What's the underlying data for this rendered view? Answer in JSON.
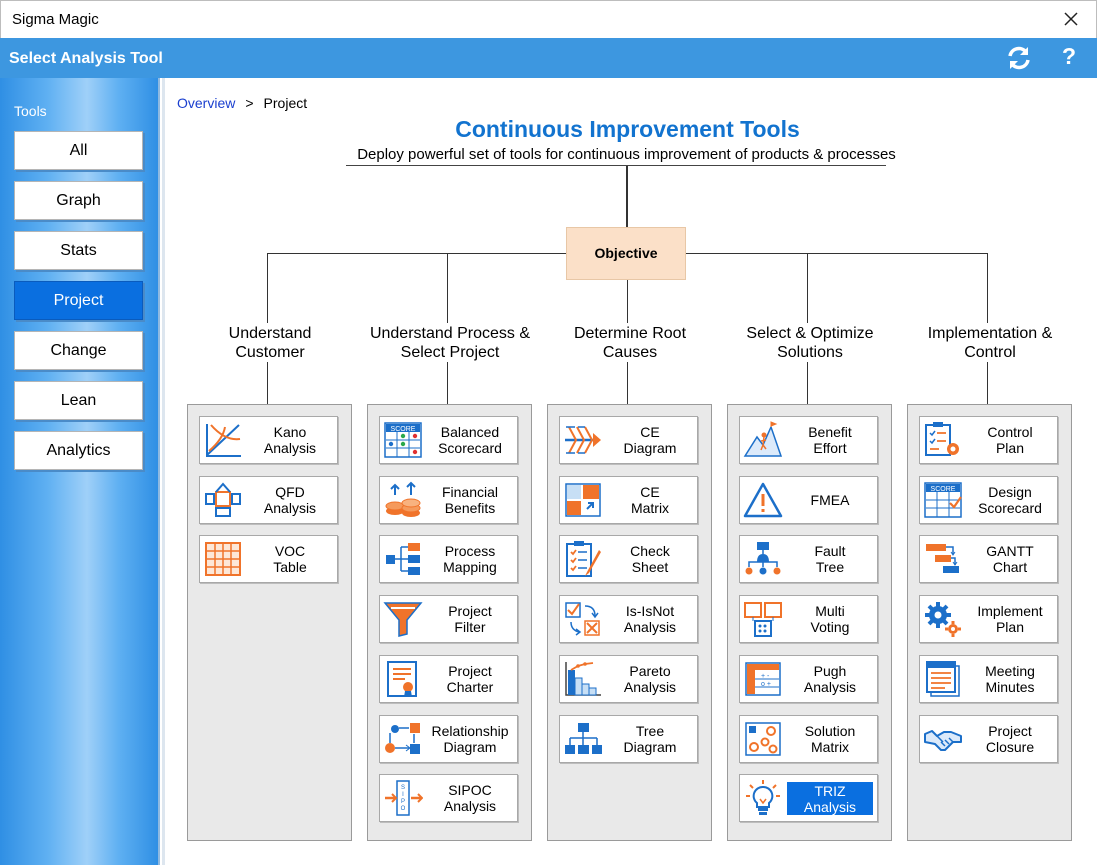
{
  "window": {
    "title": "Sigma Magic"
  },
  "header": {
    "title": "Select Analysis Tool",
    "help_label": "?"
  },
  "sidebar": {
    "label": "Tools",
    "items": [
      {
        "label": "All"
      },
      {
        "label": "Graph"
      },
      {
        "label": "Stats"
      },
      {
        "label": "Project",
        "active": true
      },
      {
        "label": "Change"
      },
      {
        "label": "Lean"
      },
      {
        "label": "Analytics"
      }
    ]
  },
  "breadcrumb": {
    "root": "Overview",
    "separator": ">",
    "current": "Project"
  },
  "main": {
    "title": "Continuous Improvement Tools",
    "subtitle": "Deploy powerful set of tools for continuous improvement of products & processes",
    "objective": "Objective"
  },
  "columns": [
    {
      "heading": "Understand\nCustomer",
      "tools": [
        {
          "label": "Kano\nAnalysis",
          "icon": "kano-icon"
        },
        {
          "label": "QFD\nAnalysis",
          "icon": "qfd-icon"
        },
        {
          "label": "VOC\nTable",
          "icon": "voc-table-icon"
        }
      ]
    },
    {
      "heading": "Understand Process &\nSelect Project",
      "tools": [
        {
          "label": "Balanced\nScorecard",
          "icon": "scorecard-icon",
          "badge": "SCORE"
        },
        {
          "label": "Financial\nBenefits",
          "icon": "coins-icon"
        },
        {
          "label": "Process\nMapping",
          "icon": "process-map-icon"
        },
        {
          "label": "Project\nFilter",
          "icon": "funnel-icon"
        },
        {
          "label": "Project\nCharter",
          "icon": "charter-icon"
        },
        {
          "label": "Relationship\nDiagram",
          "icon": "relationship-icon"
        },
        {
          "label": "SIPOC\nAnalysis",
          "icon": "sipoc-icon"
        }
      ]
    },
    {
      "heading": "Determine Root\nCauses",
      "tools": [
        {
          "label": "CE\nDiagram",
          "icon": "fishbone-icon"
        },
        {
          "label": "CE\nMatrix",
          "icon": "ce-matrix-icon"
        },
        {
          "label": "Check\nSheet",
          "icon": "check-sheet-icon"
        },
        {
          "label": "Is-IsNot\nAnalysis",
          "icon": "is-isnot-icon"
        },
        {
          "label": "Pareto\nAnalysis",
          "icon": "pareto-icon"
        },
        {
          "label": "Tree\nDiagram",
          "icon": "tree-diagram-icon"
        }
      ]
    },
    {
      "heading": "Select & Optimize\nSolutions",
      "tools": [
        {
          "label": "Benefit\nEffort",
          "icon": "benefit-effort-icon"
        },
        {
          "label": "FMEA",
          "icon": "warning-icon"
        },
        {
          "label": "Fault\nTree",
          "icon": "fault-tree-icon"
        },
        {
          "label": "Multi\nVoting",
          "icon": "multi-voting-icon"
        },
        {
          "label": "Pugh\nAnalysis",
          "icon": "pugh-icon"
        },
        {
          "label": "Solution\nMatrix",
          "icon": "solution-matrix-icon"
        },
        {
          "label": "TRIZ\nAnalysis",
          "icon": "lightbulb-icon",
          "selected": true
        }
      ]
    },
    {
      "heading": "Implementation &\nControl",
      "tools": [
        {
          "label": "Control\nPlan",
          "icon": "control-plan-icon"
        },
        {
          "label": "Design\nScorecard",
          "icon": "design-scorecard-icon",
          "badge": "SCORE"
        },
        {
          "label": "GANTT\nChart",
          "icon": "gantt-icon"
        },
        {
          "label": "Implement\nPlan",
          "icon": "gears-icon"
        },
        {
          "label": "Meeting\nMinutes",
          "icon": "minutes-icon"
        },
        {
          "label": "Project\nClosure",
          "icon": "handshake-icon"
        }
      ]
    }
  ],
  "colors": {
    "accent": "#3d97e0",
    "selected": "#0a6fe0",
    "title": "#1273cf",
    "icon_blue": "#1c6fc9",
    "icon_orange": "#f0732a",
    "objective_bg": "#fbe0c8"
  }
}
